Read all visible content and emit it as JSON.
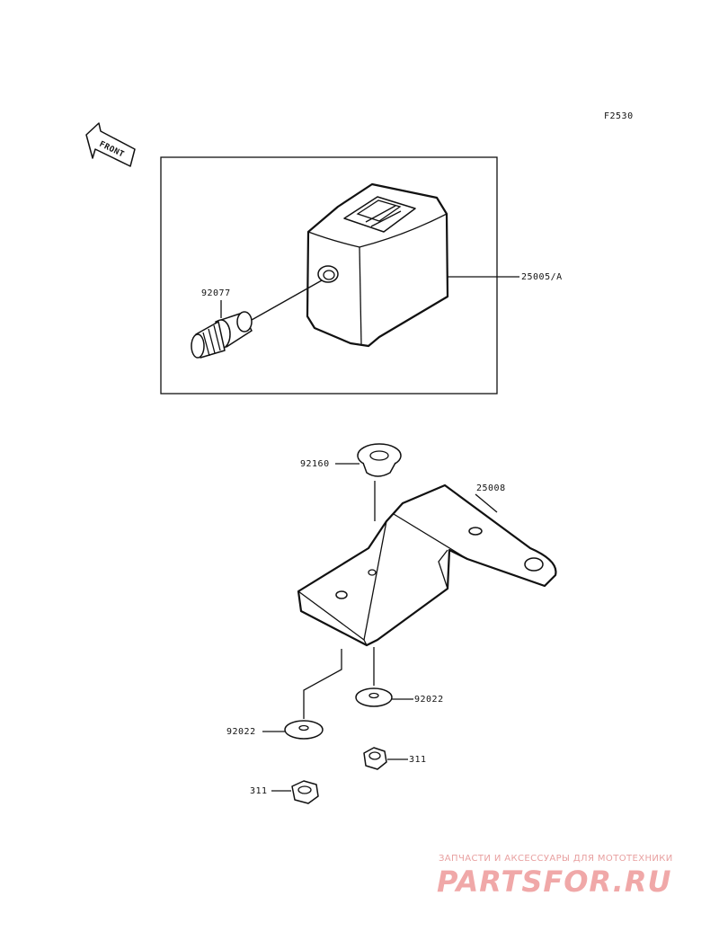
{
  "diagram_code": "F2530",
  "front_label": "FRONT",
  "parts": {
    "meter_assembly": "25005/A",
    "drive_fitting": "92077",
    "grommet": "92160",
    "bracket": "25008",
    "washer_right": "92022",
    "washer_left": "92022",
    "nut_right": "311",
    "nut_left": "311"
  },
  "watermark": {
    "tagline": "ЗАПЧАСТИ И АКСЕССУАРЫ ДЛЯ МОТОТЕХНИКИ",
    "logo": "PARTSFOR.RU",
    "color": "#f0a8a8"
  }
}
